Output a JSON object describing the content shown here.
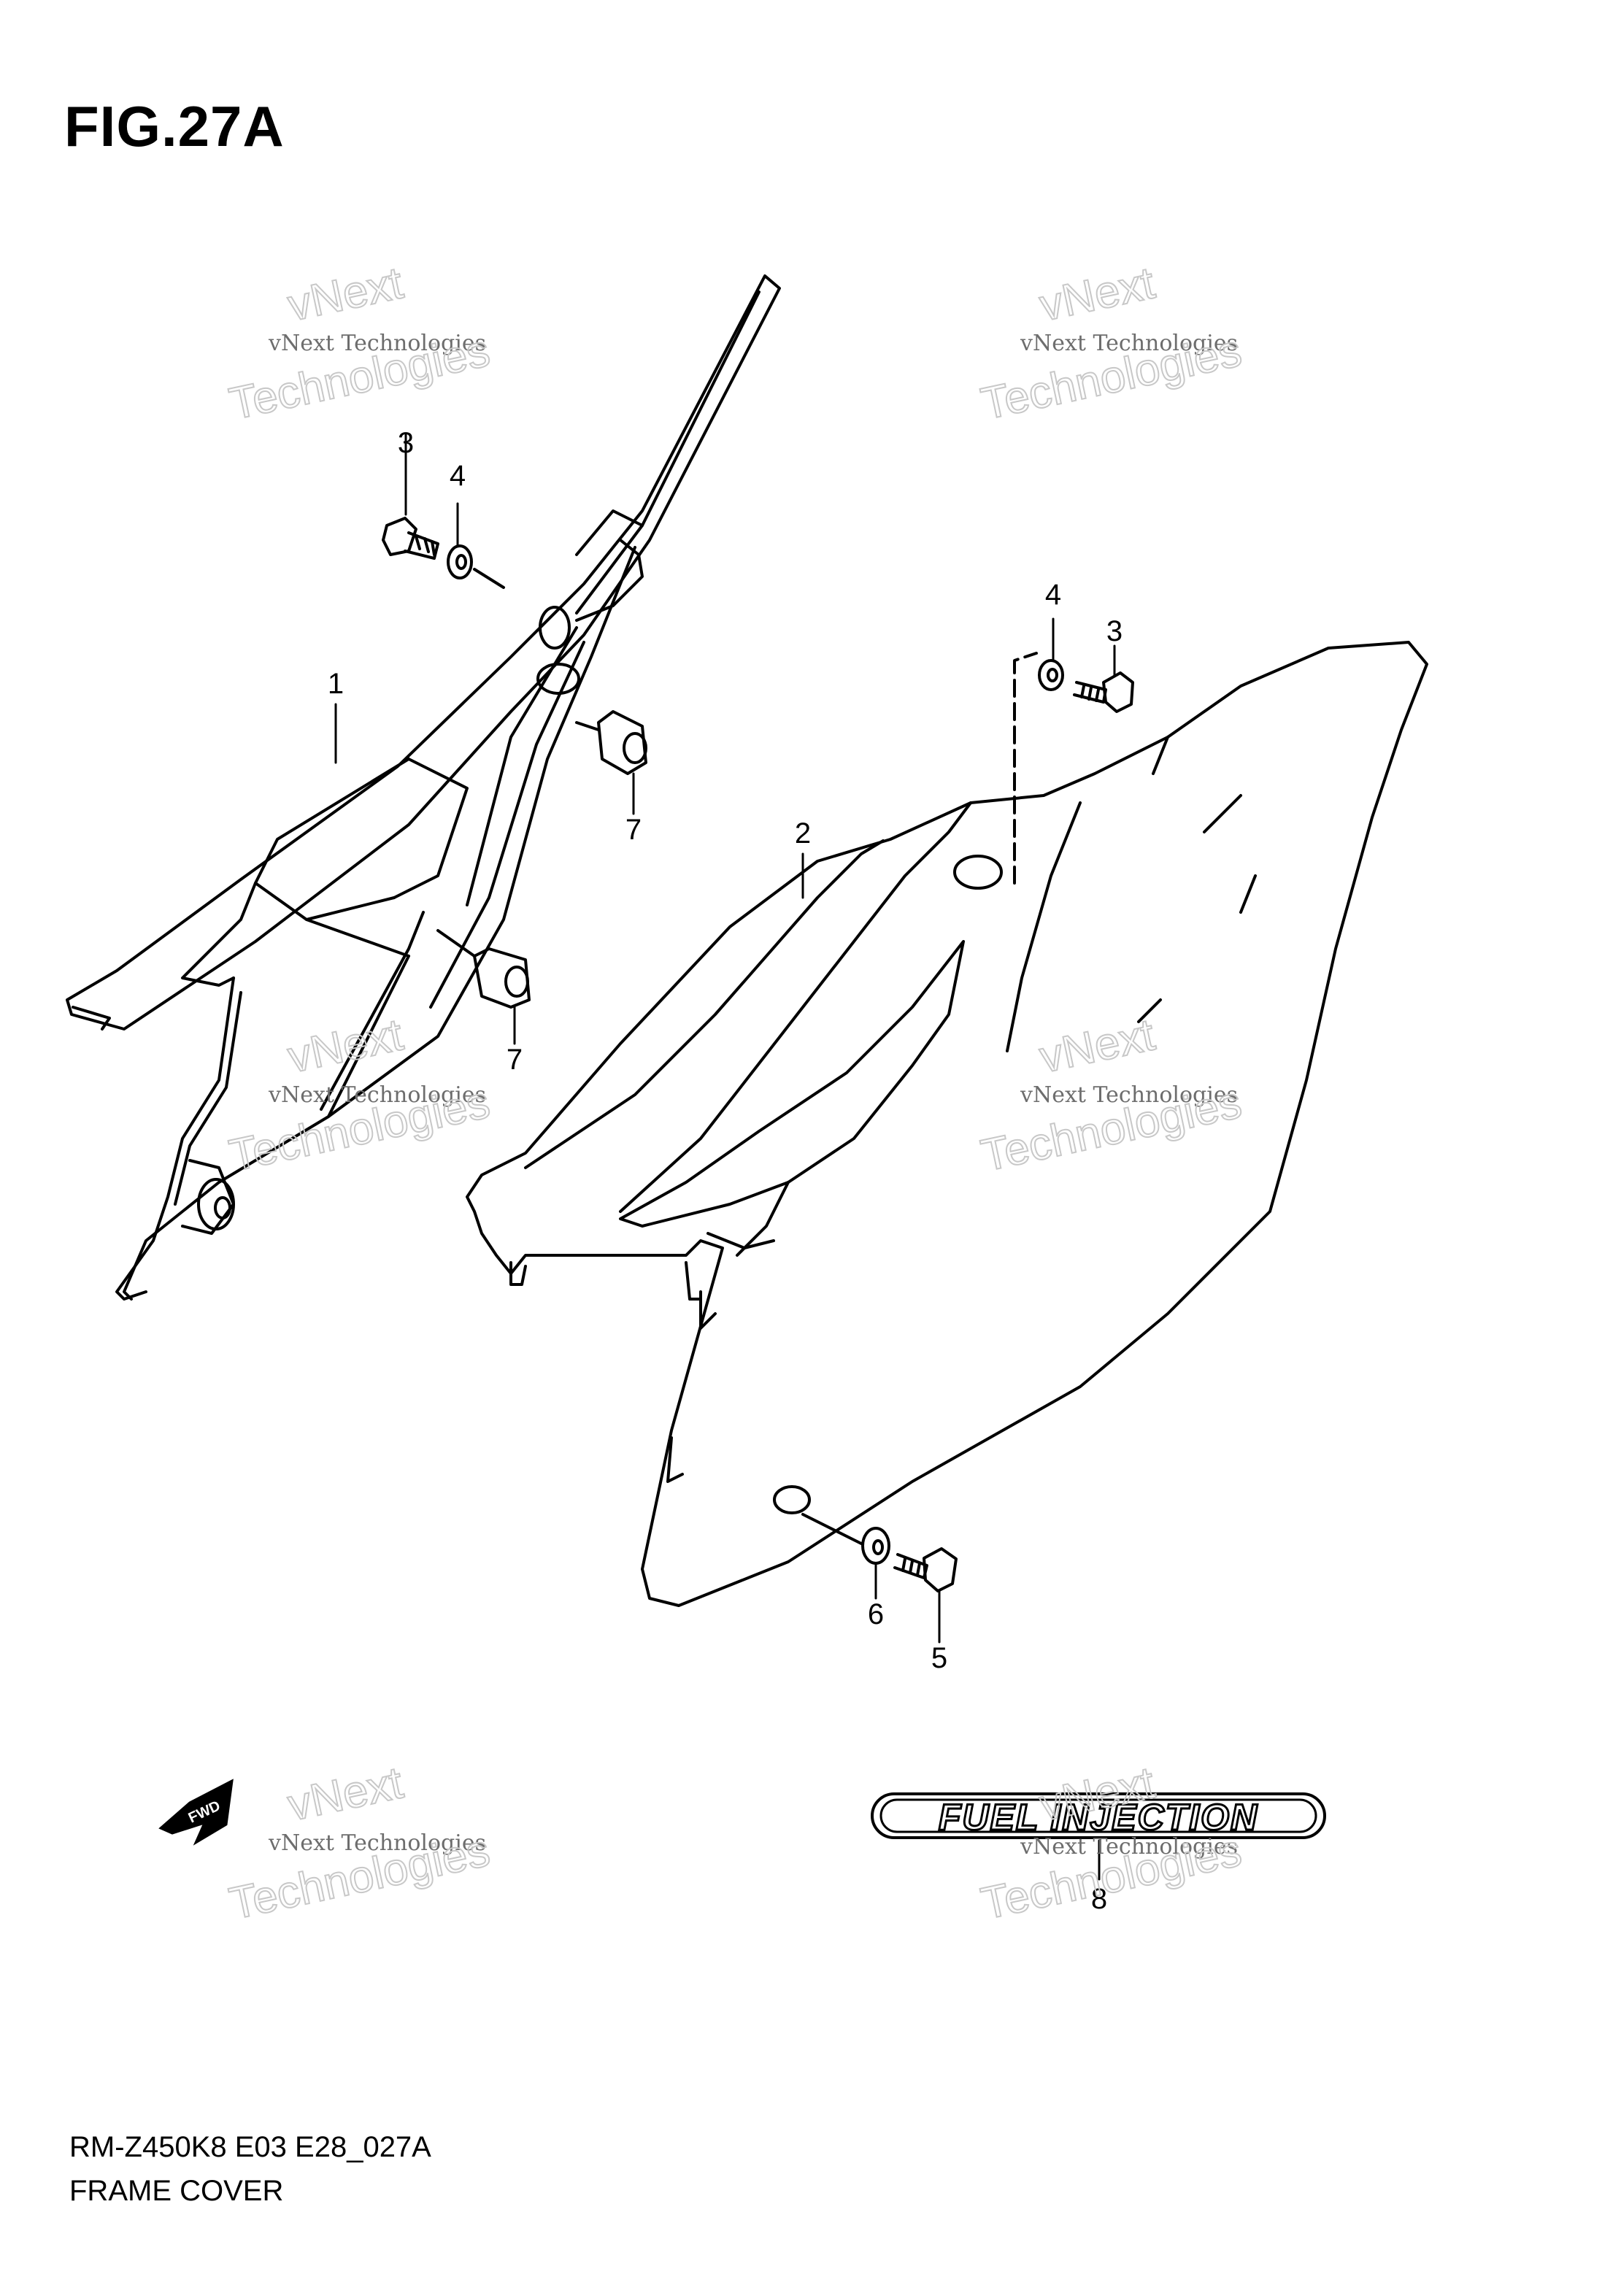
{
  "figure": {
    "title": "FIG.27A"
  },
  "callouts": {
    "p1": "1",
    "p2": "2",
    "p3a": "3",
    "p3b": "3",
    "p4a": "4",
    "p4b": "4",
    "p5": "5",
    "p6": "6",
    "p7a": "7",
    "p7b": "7",
    "p8": "8"
  },
  "watermark": {
    "line1": "vNext",
    "line2": "vNext Technologies",
    "line3": "Technologies"
  },
  "fwd_label": "FWD",
  "badge_label": "FUEL INJECTION",
  "footer": {
    "code": "RM-Z450K8 E03 E28_027A",
    "name": "FRAME COVER"
  }
}
